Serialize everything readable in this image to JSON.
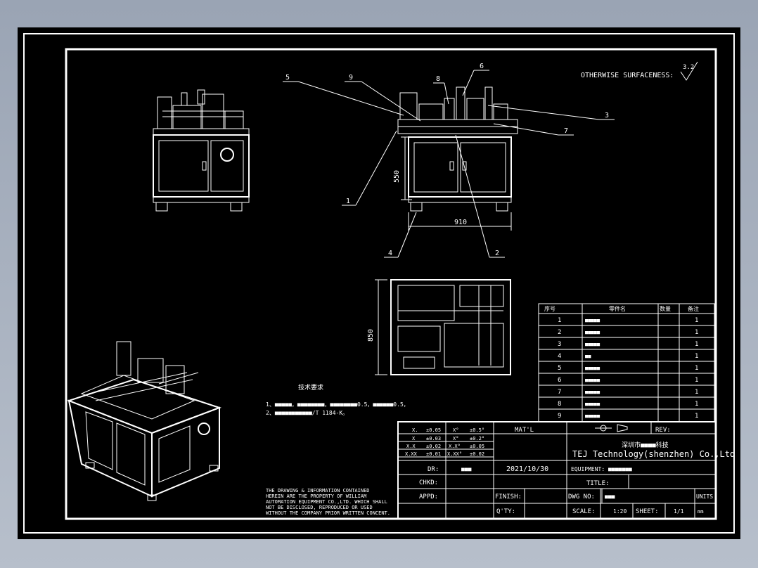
{
  "surface_note": {
    "label": "OTHERWISE SURFACENESS:",
    "value": "3.2"
  },
  "balloons": [
    "1",
    "2",
    "3",
    "4",
    "5",
    "6",
    "7",
    "8",
    "9"
  ],
  "dimensions": {
    "height": "550",
    "width": "910",
    "depth": "850"
  },
  "bom": {
    "headers": [
      "序号",
      "零件名",
      "数量",
      "备注"
    ],
    "rows": [
      {
        "no": "1",
        "name": "■■■■■",
        "qty": "1"
      },
      {
        "no": "2",
        "name": "■■■■■",
        "qty": "1"
      },
      {
        "no": "3",
        "name": "■■■■■",
        "qty": "1"
      },
      {
        "no": "4",
        "name": "■■",
        "qty": "1"
      },
      {
        "no": "5",
        "name": "■■■■■",
        "qty": "1"
      },
      {
        "no": "6",
        "name": "■■■■■",
        "qty": "1"
      },
      {
        "no": "7",
        "name": "■■■■■",
        "qty": "1"
      },
      {
        "no": "8",
        "name": "■■■■■",
        "qty": "1"
      },
      {
        "no": "9",
        "name": "■■■■■",
        "qty": "1"
      }
    ]
  },
  "tech_requirements": {
    "title": "技术要求",
    "lines": [
      "1、■■■■■，■■■■■■■■，■■■■■■■■0.5，■■■■■■0.5，",
      "2、■■■■■■■■■■■/T 1184-K。"
    ]
  },
  "disclaimer": [
    "THE DRAWING & INFORMATION CONTAINED",
    "HEREIN ARE THE PROPERTY OF WILLIAM",
    "AUTOMATION EQUIPMENT CO.,LTD. WHICH SHALL",
    "NOT BE DISCLOSED, REPRODUCED OR USED",
    "WITHOUT THE COMPANY PRIOR WRITTEN CONCENT."
  ],
  "title_block": {
    "tolerances": [
      {
        "a": "X.",
        "b": "±0.05",
        "c": "X°",
        "d": "±0.5°"
      },
      {
        "a": "X",
        "b": "±0.03",
        "c": "X°",
        "d": "±0.2°"
      },
      {
        "a": "X.X",
        "b": "±0.02",
        "c": "X.X°",
        "d": "±0.05"
      },
      {
        "a": "X.XX",
        "b": "±0.01",
        "c": "X.XX°",
        "d": "±0.02"
      }
    ],
    "matl": "MAT'L",
    "rev": "REV:",
    "company_cn": "深圳市■■■■科技",
    "company_en": "TEJ Technology(shenzhen) Co.,Ltd",
    "dr": "DR:",
    "dr_name": "■■■",
    "date": "2021/10/30",
    "equipment": "EQUIPMENT: ■■■■■■■",
    "chkd": "CHKD:",
    "title": "TITLE:",
    "appd": "APPD:",
    "finish": "FINISH:",
    "dwg_no": "DWG NO:",
    "dwg_val": "■■■",
    "units": "UNITS",
    "qty": "Q'TY:",
    "scale": "SCALE:",
    "scale_val": "1:20",
    "sheet": "SHEET:",
    "sheet_val": "1/1",
    "unit_val": "mm"
  }
}
